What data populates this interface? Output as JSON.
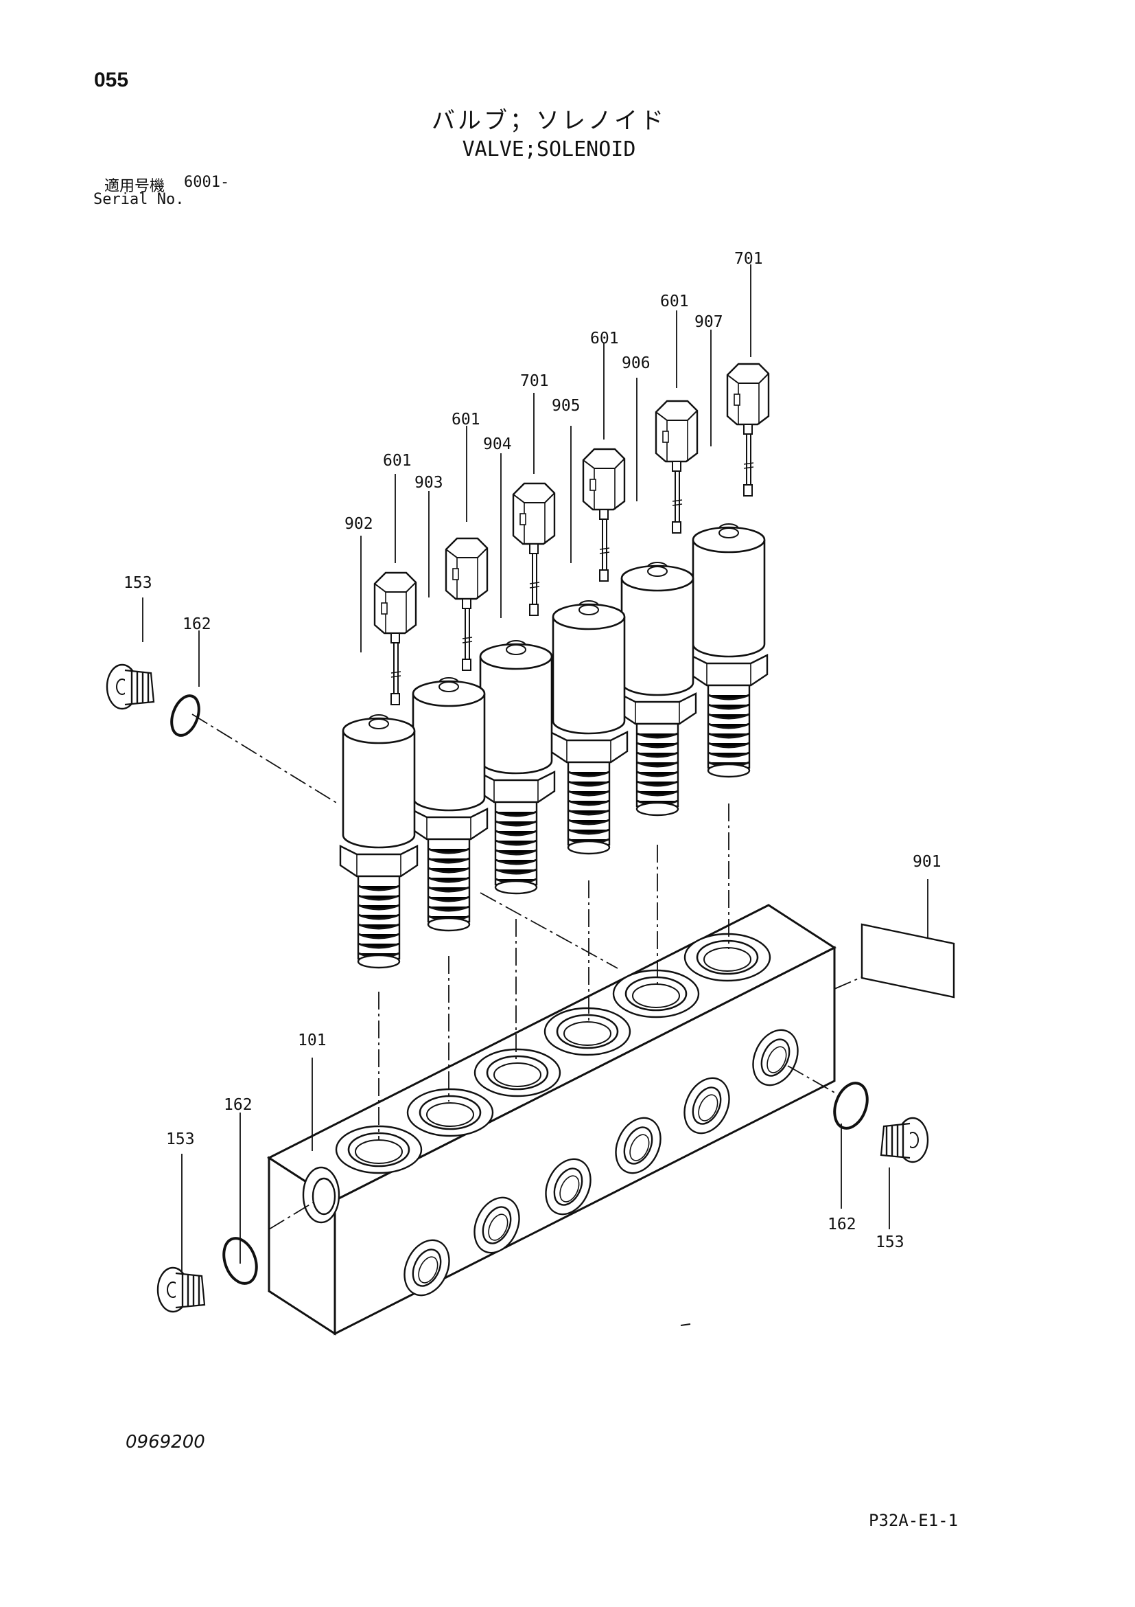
{
  "header": {
    "page_number": "055",
    "title_jp": "バルブ；ソレノイド",
    "title_en": "VALVE;SOLENOID",
    "serial_label_jp": "適用号機",
    "serial_value": "6001-",
    "serial_label_en": "Serial No."
  },
  "footer": {
    "drawing_number": "0969200",
    "page_ref": "P32A-E1-1"
  },
  "callouts": {
    "c701a": "701",
    "c601a": "601",
    "c907": "907",
    "c601b": "601",
    "c906": "906",
    "c701b": "701",
    "c905": "905",
    "c601c": "601",
    "c904": "904",
    "c601d": "601",
    "c903": "903",
    "c902": "902",
    "c153a": "153",
    "c162a": "162",
    "c901": "901",
    "c101": "101",
    "c162b": "162",
    "c153b": "153",
    "c162c": "162",
    "c153c": "153"
  }
}
